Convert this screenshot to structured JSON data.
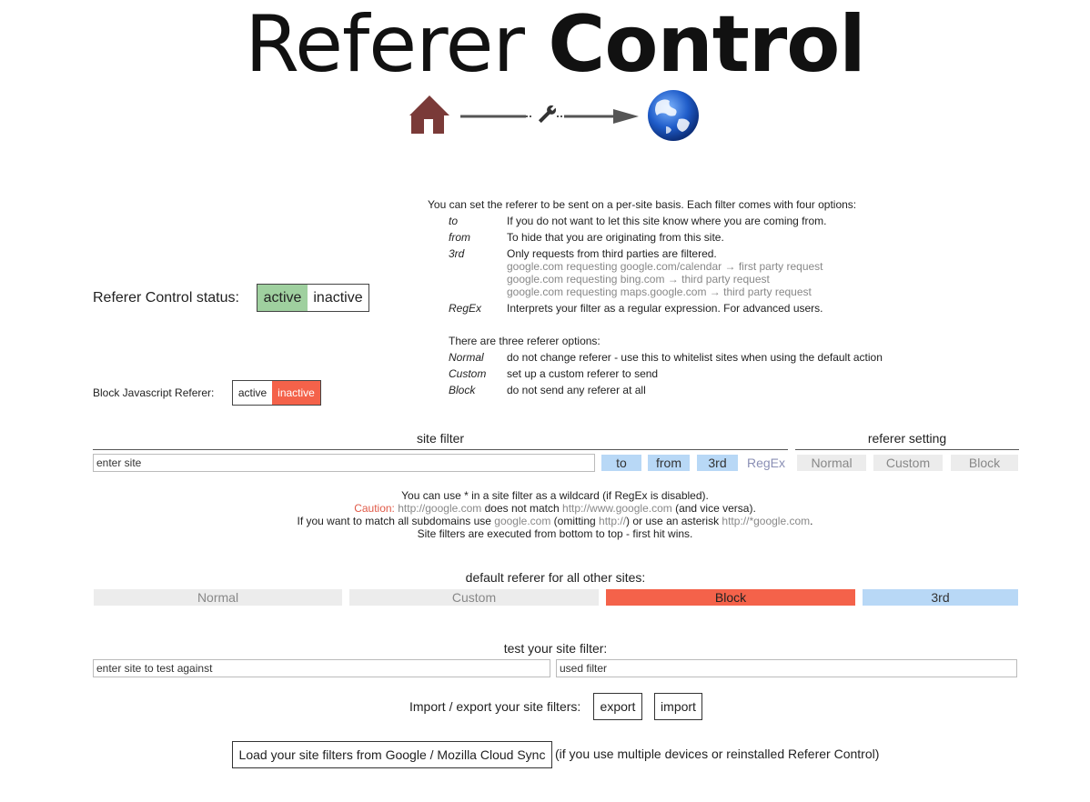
{
  "header": {
    "title_light": "Referer",
    "title_bold": "Control"
  },
  "status": {
    "label": "Referer Control status:",
    "active": "active",
    "inactive": "inactive"
  },
  "block_js": {
    "label": "Block Javascript Referer:",
    "active": "active",
    "inactive": "inactive"
  },
  "help": {
    "intro": "You can set the referer to be sent on a per-site basis. Each filter comes with four options:",
    "options": [
      {
        "name": "to",
        "desc": "If you do not want to let this site know where you are coming from."
      },
      {
        "name": "from",
        "desc": "To hide that you are originating from this site."
      },
      {
        "name": "3rd",
        "desc": "Only requests from third parties are filtered."
      },
      {
        "name": "RegEx",
        "desc": "Interprets your filter as a regular expression. For advanced users."
      }
    ],
    "examples": [
      "google.com requesting google.com/calendar → first party request",
      "google.com requesting bing.com → third party request",
      "google.com requesting maps.google.com → third party request"
    ],
    "referer_intro": "There are three referer options:",
    "referer_options": [
      {
        "name": "Normal",
        "desc": "do not change referer - use this to whitelist sites when using the default action"
      },
      {
        "name": "Custom",
        "desc": "set up a custom referer to send"
      },
      {
        "name": "Block",
        "desc": "do not send any referer at all"
      }
    ]
  },
  "filter": {
    "site_filter_heading": "site filter",
    "referer_setting_heading": "referer setting",
    "site_placeholder": "enter site",
    "to": "to",
    "from": "from",
    "third": "3rd",
    "regex": "RegEx",
    "normal": "Normal",
    "custom": "Custom",
    "block": "Block"
  },
  "notes": {
    "l1": "You can use * in a site filter as a wildcard (if RegEx is disabled).",
    "caution": "Caution:",
    "l2a": "http://google.com",
    "l2b": " does not match ",
    "l2c": "http://www.google.com",
    "l2d": " (and vice versa).",
    "l3a": "If you want to match all subdomains use ",
    "l3b": "google.com",
    "l3c": " (omitting ",
    "l3d": "http://",
    "l3e": ") or use an asterisk ",
    "l3f": "http://*google.com",
    "l3g": ".",
    "l4": "Site filters are executed from bottom to top - first hit wins."
  },
  "default": {
    "heading": "default referer for all other sites:",
    "normal": "Normal",
    "custom": "Custom",
    "block": "Block",
    "third": "3rd"
  },
  "test": {
    "heading": "test your site filter:",
    "site_placeholder": "enter site to test against",
    "used_filter": "used filter"
  },
  "io": {
    "label": "Import / export your site filters:",
    "export": "export",
    "import": "import"
  },
  "sync": {
    "button": "Load your site filters from Google / Mozilla Cloud Sync",
    "note": "(if you use multiple devices or reinstalled Referer Control)"
  },
  "colors": {
    "active_green": "#9fd09f",
    "inactive_red": "#f4624a",
    "selected_blue": "#b8d8f6",
    "block_red": "#f4624a"
  }
}
